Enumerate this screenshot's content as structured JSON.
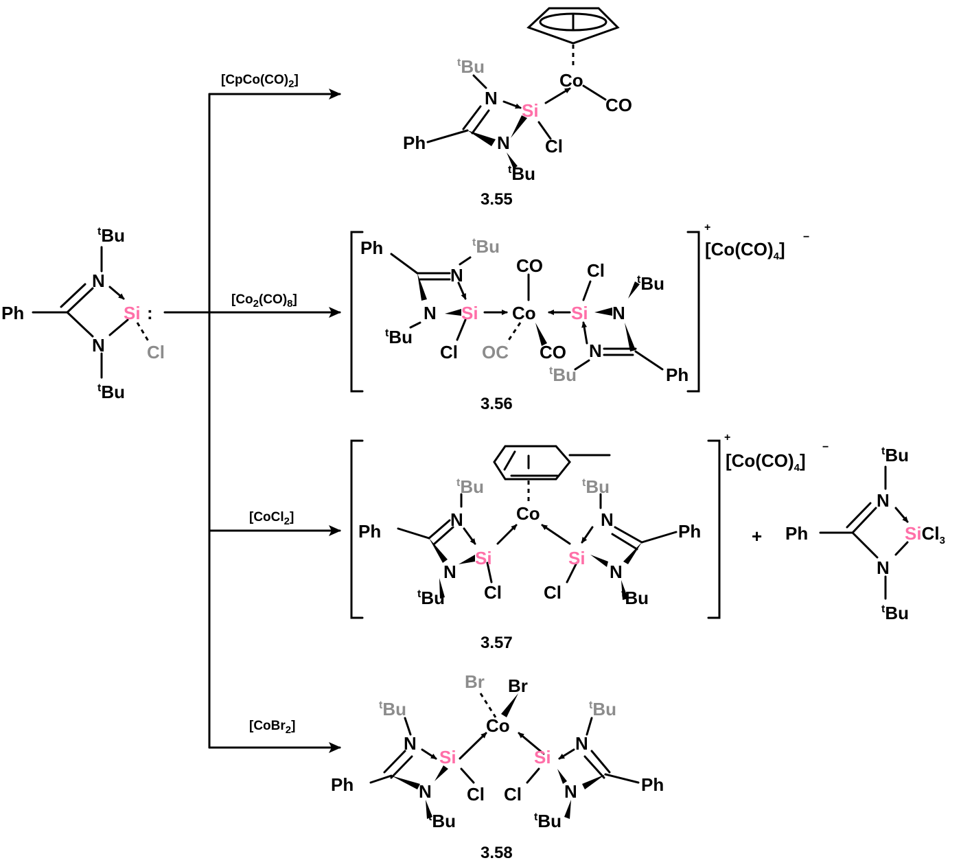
{
  "colors": {
    "bond": "#000000",
    "silicon": "#ff6fa8",
    "gray_atom": "#8c8c8c"
  },
  "atoms": {
    "ph": "Ph",
    "n": "N",
    "si": "Si",
    "co": "Co",
    "cl": "Cl",
    "br": "Br",
    "co_ligand": "CO",
    "oc_ligand": "OC",
    "bu": "Bu",
    "t": "t",
    "sicl": "SiCl",
    "three": "3",
    "lone_pair": ":",
    "plus": "+"
  },
  "reagents": {
    "r1_pre": "[CpCo(CO)",
    "r1_sub": "2",
    "r1_post": "]",
    "r2_pre": "[Co",
    "r2_sub1": "2",
    "r2_mid": "(CO)",
    "r2_sub2": "8",
    "r2_post": "]",
    "r3_pre": "[CoCl",
    "r3_sub": "2",
    "r3_post": "]",
    "r4_pre": "[CoBr",
    "r4_sub": "2",
    "r4_post": "]"
  },
  "counterion": {
    "pre": "[Co(CO)",
    "sub": "4",
    "post": "]",
    "minus": "−",
    "plus": "+"
  },
  "compounds": {
    "c355": "3.55",
    "c356": "3.56",
    "c357": "3.57",
    "c358": "3.58"
  }
}
